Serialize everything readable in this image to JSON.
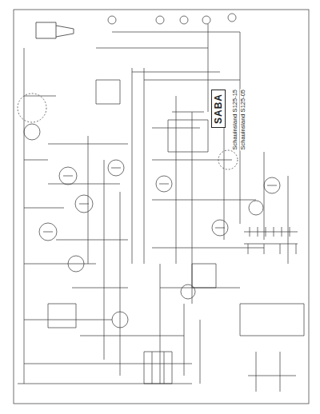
{
  "diagram": {
    "nodes": [
      {
        "text": [
          "SABA"
        ]
      }
    ],
    "labels": [
      "Schauinsland S125-15",
      "Schauinsland S125-05"
    ]
  }
}
